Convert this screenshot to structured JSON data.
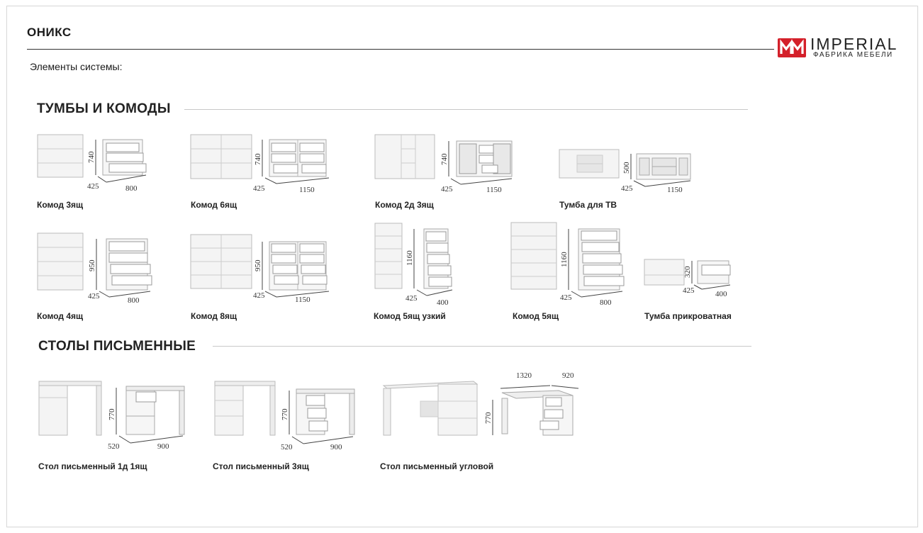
{
  "header": {
    "title": "ОНИКС",
    "subtitle": "Элементы системы:"
  },
  "logo": {
    "name": "IMPERIAL",
    "sub": "ФАБРИКА МЕБЕЛИ"
  },
  "sections": [
    {
      "title": "ТУМБЫ И КОМОДЫ"
    },
    {
      "title": "СТОЛЫ ПИСЬМЕННЫЕ"
    }
  ],
  "items": [
    {
      "label": "Комод 3ящ",
      "height": "740",
      "depth": "425",
      "width": "800"
    },
    {
      "label": "Комод 6ящ",
      "height": "740",
      "depth": "425",
      "width": "1150"
    },
    {
      "label": "Комод 2д 3ящ",
      "height": "740",
      "depth": "425",
      "width": "1150"
    },
    {
      "label": "Тумба для ТВ",
      "height": "500",
      "depth": "425",
      "width": "1150"
    },
    {
      "label": "Комод 4ящ",
      "height": "950",
      "depth": "425",
      "width": "800"
    },
    {
      "label": "Комод 8ящ",
      "height": "950",
      "depth": "425",
      "width": "1150"
    },
    {
      "label": "Комод 5ящ узкий",
      "height": "1160",
      "depth": "425",
      "width": "400"
    },
    {
      "label": "Комод 5ящ",
      "height": "1160",
      "depth": "425",
      "width": "800"
    },
    {
      "label": "Тумба прикроватная",
      "height": "320",
      "depth": "425",
      "width": "400"
    },
    {
      "label": "Стол письменный 1д 1ящ",
      "height": "770",
      "depth": "520",
      "width": "900"
    },
    {
      "label": "Стол письменный 3ящ",
      "height": "770",
      "depth": "520",
      "width": "900"
    },
    {
      "label": "Стол письменный угловой",
      "height": "770",
      "width1": "1320",
      "width2": "920"
    }
  ]
}
